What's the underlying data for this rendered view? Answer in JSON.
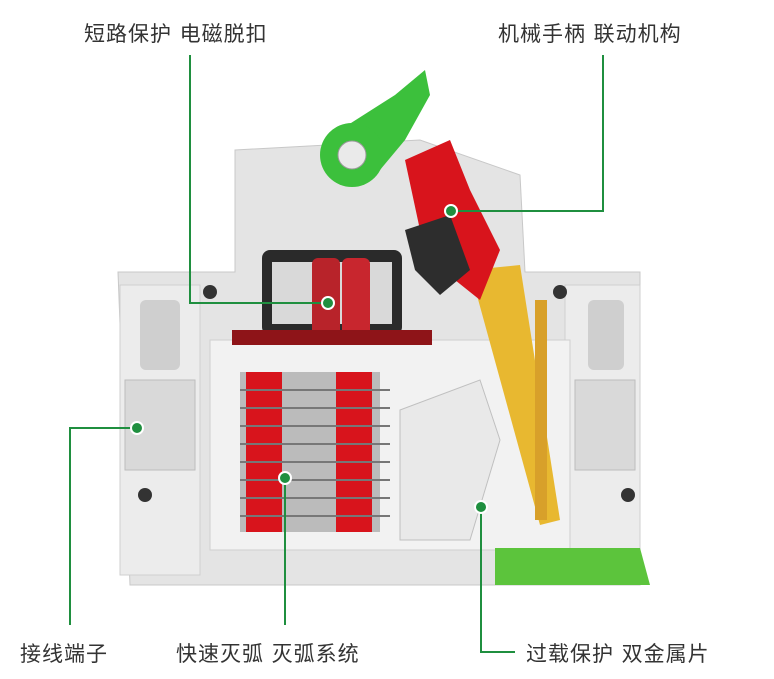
{
  "labels": {
    "short_circuit": "短路保护 电磁脱扣",
    "handle": "机械手柄 联动机构",
    "terminal": "接线端子",
    "arc": "快速灭弧 灭弧系统",
    "overload": "过载保护 双金属片"
  },
  "colors": {
    "leader": "#1f8f3f",
    "body": "#e6e6e6",
    "handle": "#3cc03c",
    "red": "#d8141c",
    "bimetal": "#e8b830",
    "din_clip": "#5cc43c"
  }
}
